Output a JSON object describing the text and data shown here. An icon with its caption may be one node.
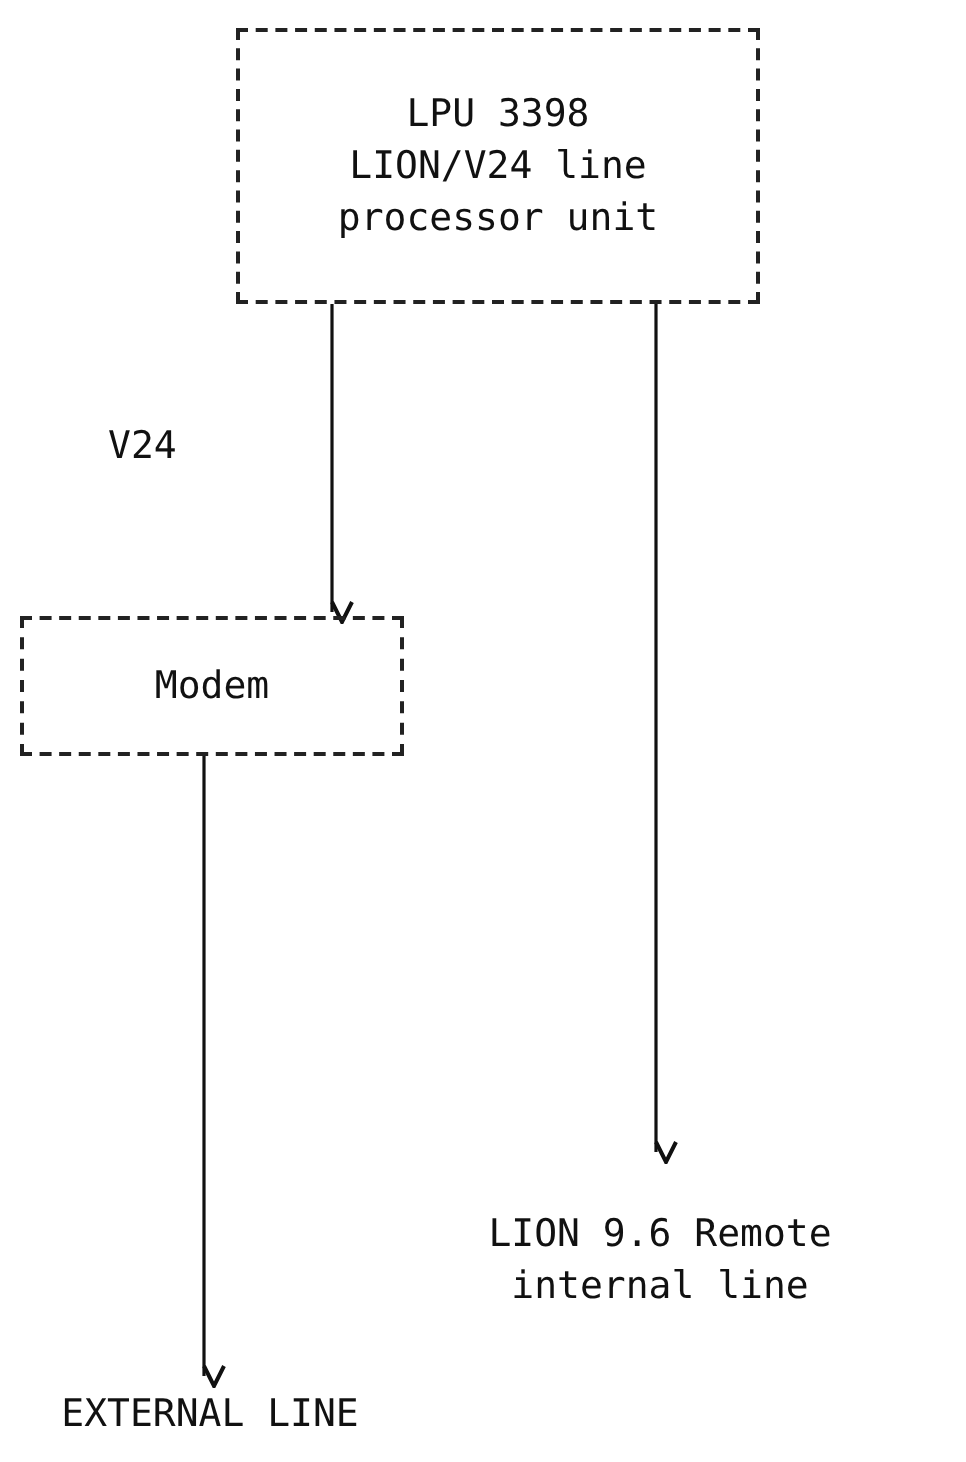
{
  "diagram": {
    "nodes": [
      {
        "text": [
          "LPU 3398 LION/V24 line processor unit"
        ]
      },
      {
        "text": [
          "Modem"
        ]
      },
      {
        "text": [
          "LION 9.6 Remote internal line"
        ]
      },
      {
        "text": [
          "EXTERNAL LINE"
        ]
      }
    ],
    "edges": [
      {
        "from": 0,
        "to": 1,
        "arrow": "to",
        "label": "V24"
      },
      {
        "from": 0,
        "to": 2,
        "arrow": "to"
      },
      {
        "from": 1,
        "to": 3,
        "arrow": "to"
      }
    ]
  }
}
